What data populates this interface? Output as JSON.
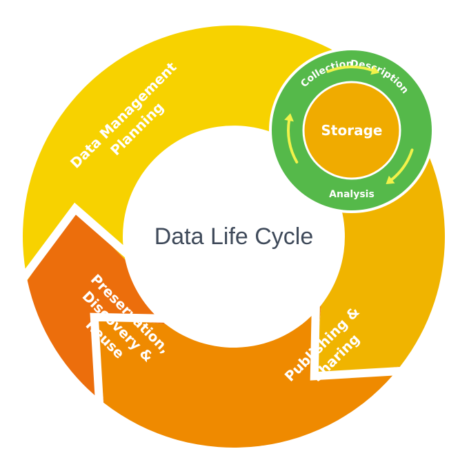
{
  "center": {
    "title": "Data Life Cycle"
  },
  "segments": [
    {
      "id": "planning",
      "lines": [
        "Data Management",
        "Planning"
      ],
      "color": "#f7d200"
    },
    {
      "id": "storage-stage",
      "lines": [],
      "color": "#f0b400"
    },
    {
      "id": "publishing",
      "lines": [
        "Publishing &",
        "Sharing"
      ],
      "color": "#ef8a00"
    },
    {
      "id": "preservation",
      "lines": [
        "Preservation,",
        "Discovery &",
        "Reuse"
      ],
      "color": "#ec6e0c"
    }
  ],
  "inner_cycle": {
    "center_label": "Storage",
    "steps": [
      "Collection",
      "Description",
      "Analysis"
    ],
    "ring_color": "#55b94a",
    "core_color": "#f0ab00",
    "arrow_color": "#f2f24a"
  }
}
